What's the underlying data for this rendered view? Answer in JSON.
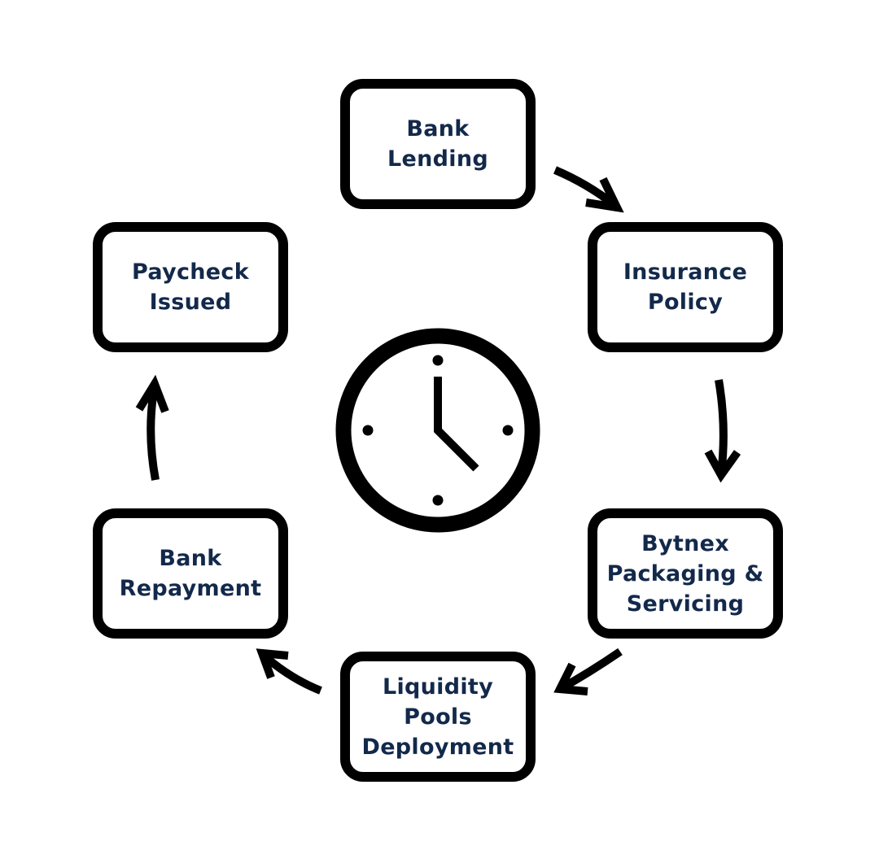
{
  "diagram": {
    "type": "cycle",
    "direction": "clockwise",
    "center_icon": "clock-icon",
    "colors": {
      "text": "#13294b",
      "stroke": "#000000",
      "background": "#ffffff"
    },
    "stages": [
      {
        "label": "Bank\nLending"
      },
      {
        "label": "Insurance\nPolicy"
      },
      {
        "label": "Bytnex\nPackaging &\nServicing"
      },
      {
        "label": "Liquidity\nPools\nDeployment"
      },
      {
        "label": "Bank\nRepayment"
      },
      {
        "label": "Paycheck\nIssued"
      }
    ],
    "connectors": [
      {
        "from": "Bank Lending",
        "to": "Insurance Policy"
      },
      {
        "from": "Insurance Policy",
        "to": "Bytnex Packaging & Servicing"
      },
      {
        "from": "Bytnex Packaging & Servicing",
        "to": "Liquidity Pools Deployment"
      },
      {
        "from": "Liquidity Pools Deployment",
        "to": "Bank Repayment"
      },
      {
        "from": "Bank Repayment",
        "to": "Paycheck Issued"
      }
    ]
  }
}
